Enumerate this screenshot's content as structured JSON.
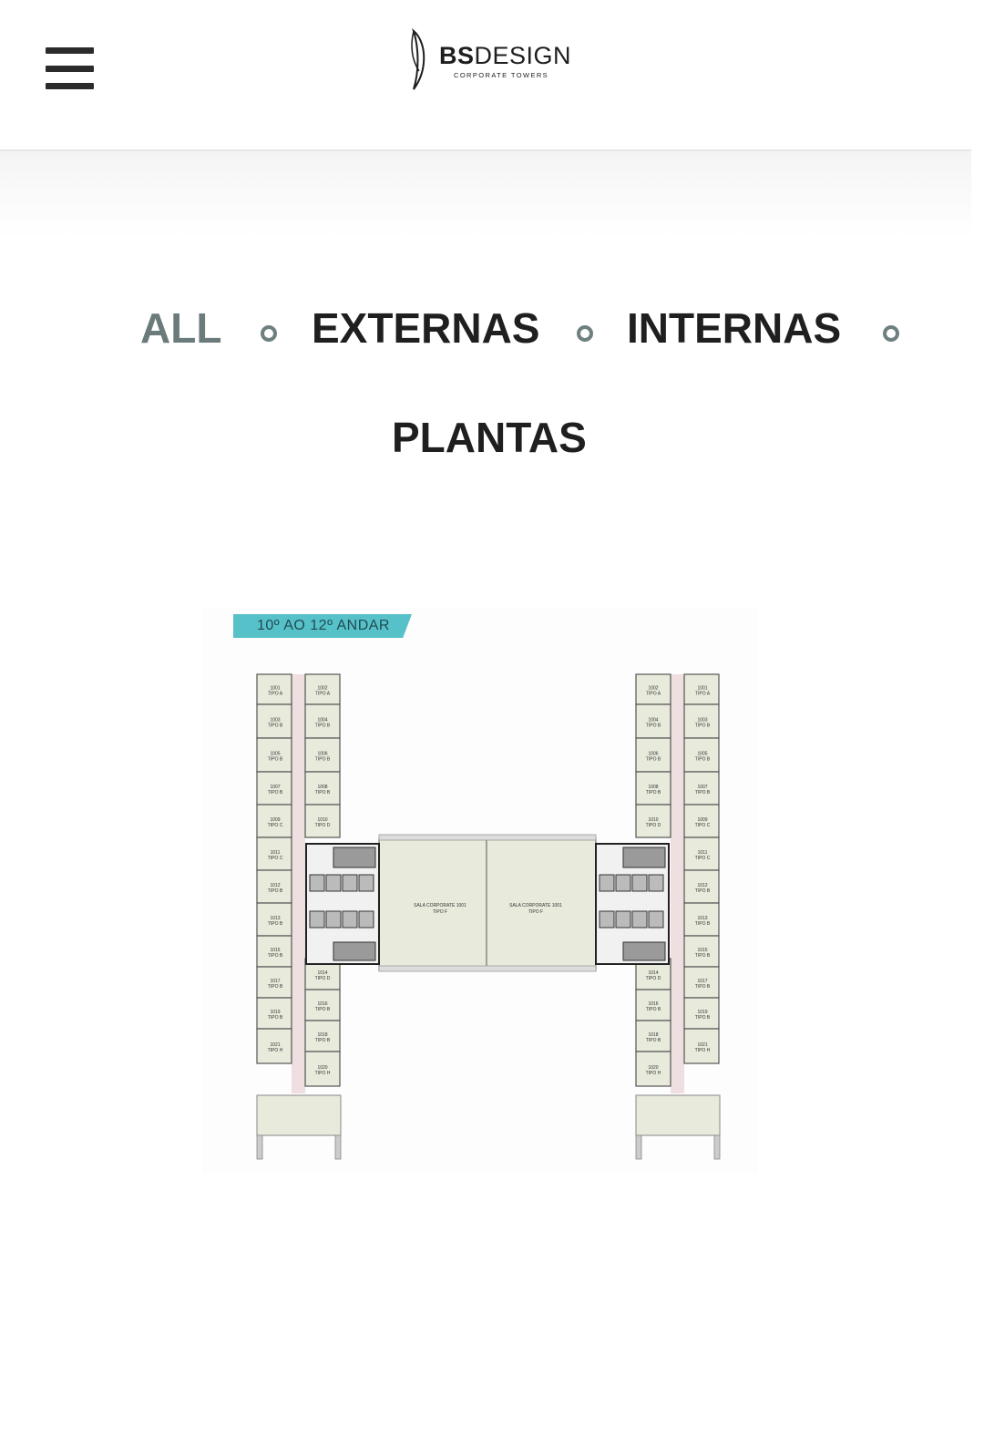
{
  "header": {
    "logo": {
      "brand_bold": "BS",
      "brand_light": "DESIGN",
      "tagline": "CORPORATE TOWERS"
    },
    "menu_icon": "hamburger-menu-icon"
  },
  "filters": [
    {
      "label": "ALL",
      "active": true
    },
    {
      "label": "EXTERNAS",
      "active": false
    },
    {
      "label": "INTERNAS",
      "active": false
    },
    {
      "label": "PLANTAS",
      "active": false
    }
  ],
  "floor_plan": {
    "title": "10º AO 12º ANDAR",
    "corporate_room_left": [
      "SALA CORPORATE 1001",
      "TIPO F"
    ],
    "corporate_room_right": [
      "SALA CORPORATE 1001",
      "TIPO F"
    ],
    "left_wing": {
      "outer": [
        [
          "1001",
          "TIPO A"
        ],
        [
          "1003",
          "TIPO B"
        ],
        [
          "1005",
          "TIPO B"
        ],
        [
          "1007",
          "TIPO B"
        ],
        [
          "1009",
          "TIPO C"
        ],
        [
          "1011",
          "TIPO C"
        ],
        [
          "1012",
          "TIPO B"
        ],
        [
          "1013",
          "TIPO B"
        ],
        [
          "1015",
          "TIPO B"
        ],
        [
          "1017",
          "TIPO B"
        ],
        [
          "1019",
          "TIPO B"
        ],
        [
          "1021",
          "TIPO H"
        ]
      ],
      "inner_top": [
        [
          "1002",
          "TIPO A"
        ],
        [
          "1004",
          "TIPO B"
        ],
        [
          "1006",
          "TIPO B"
        ],
        [
          "1008",
          "TIPO B"
        ],
        [
          "1010",
          "TIPO D"
        ]
      ],
      "inner_bottom": [
        [
          "1014",
          "TIPO D"
        ],
        [
          "1016",
          "TIPO B"
        ],
        [
          "1018",
          "TIPO B"
        ],
        [
          "1020",
          "TIPO H"
        ]
      ]
    },
    "right_wing": {
      "outer": [
        [
          "1001",
          "TIPO A"
        ],
        [
          "1003",
          "TIPO B"
        ],
        [
          "1005",
          "TIPO B"
        ],
        [
          "1007",
          "TIPO B"
        ],
        [
          "1009",
          "TIPO C"
        ],
        [
          "1011",
          "TIPO C"
        ],
        [
          "1012",
          "TIPO B"
        ],
        [
          "1013",
          "TIPO B"
        ],
        [
          "1015",
          "TIPO B"
        ],
        [
          "1017",
          "TIPO B"
        ],
        [
          "1019",
          "TIPO B"
        ],
        [
          "1021",
          "TIPO H"
        ]
      ],
      "inner_top": [
        [
          "1002",
          "TIPO A"
        ],
        [
          "1004",
          "TIPO B"
        ],
        [
          "1006",
          "TIPO B"
        ],
        [
          "1008",
          "TIPO B"
        ],
        [
          "1010",
          "TIPO D"
        ]
      ],
      "inner_bottom": [
        [
          "1014",
          "TIPO D"
        ],
        [
          "1016",
          "TIPO B"
        ],
        [
          "1018",
          "TIPO B"
        ],
        [
          "1020",
          "TIPO H"
        ]
      ]
    }
  }
}
